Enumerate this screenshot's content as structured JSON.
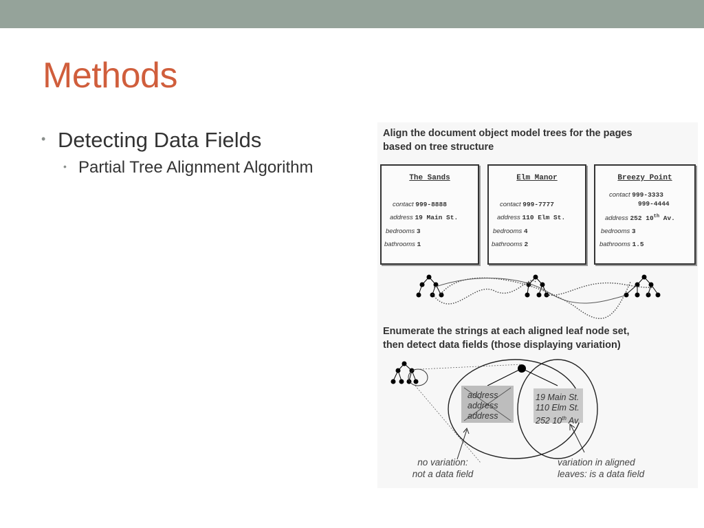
{
  "slide": {
    "title": "Methods",
    "bullets": {
      "level1": "Detecting Data Fields",
      "level2": "Partial Tree Alignment Algorithm"
    }
  },
  "figure": {
    "step1_line1": "Align the document object model trees for the pages",
    "step1_line2": "based on tree structure",
    "pages": [
      {
        "title": "The Sands",
        "contact_label": "contact",
        "contact_value": "999-8888",
        "address_label": "address",
        "address_value": "19 Main St.",
        "bedrooms_label": "bedrooms",
        "bedrooms_value": "3",
        "bathrooms_label": "bathrooms",
        "bathrooms_value": "1"
      },
      {
        "title": "Elm Manor",
        "contact_label": "contact",
        "contact_value": "999-7777",
        "address_label": "address",
        "address_value": "110 Elm St.",
        "bedrooms_label": "bedrooms",
        "bedrooms_value": "4",
        "bathrooms_label": "bathrooms",
        "bathrooms_value": "2"
      },
      {
        "title": "Breezy Point",
        "contact_label": "contact",
        "contact_value": "999-3333",
        "contact_value2": "999-4444",
        "address_label": "address",
        "address_value_pre": "252 10",
        "address_value_sup": "th",
        "address_value_post": " Av.",
        "bedrooms_label": "bedrooms",
        "bedrooms_value": "3",
        "bathrooms_label": "bathrooms",
        "bathrooms_value": "1.5"
      }
    ],
    "step2_line1": "Enumerate the strings at each aligned leaf node set,",
    "step2_line2": "then detect data fields (those displaying variation)",
    "no_variation_list": [
      "address",
      "address",
      "address"
    ],
    "variation_list": {
      "line1": "19 Main St.",
      "line2": "110 Elm St.",
      "line3_pre": "252 10",
      "line3_sup": "th",
      "line3_post": " Av."
    },
    "caption_left_line1": "no variation:",
    "caption_left_line2": "not a data field",
    "caption_right_line1": "variation in aligned",
    "caption_right_line2": "leaves: is a data field"
  },
  "colors": {
    "top_bar": "#95a39a",
    "title": "#d05e3c",
    "body_text": "#333333"
  }
}
